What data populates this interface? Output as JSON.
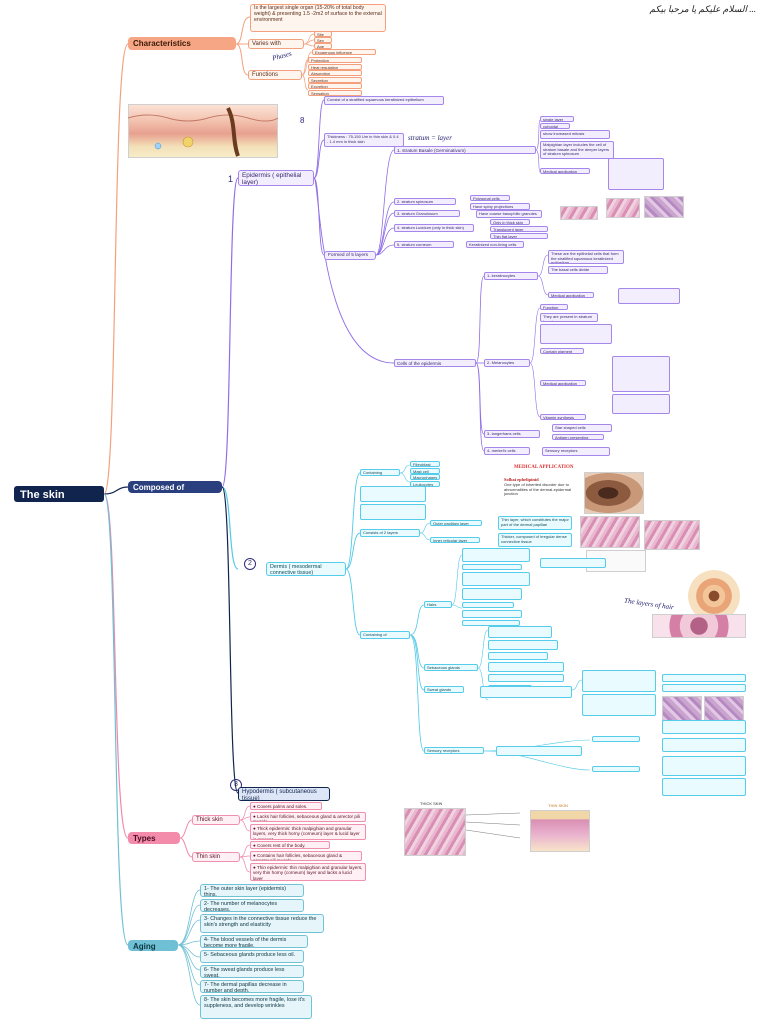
{
  "root": {
    "label": "The skin"
  },
  "arabic_note": "السلام عليكم يا مرحبا بيكم ...",
  "characteristics": {
    "label": "Characteristics",
    "largest_organ": "Is the largest single organ (15-20% of total body weight) & presenting 1.5 -2m2 of surface to the external environment",
    "varies_with": {
      "label": "Varies with",
      "items": [
        "Site",
        "Sex",
        "Age"
      ]
    },
    "functions": {
      "label": "Functions",
      "note": "Phases",
      "extra": "Exogenous influence",
      "items": [
        "Protection",
        "Heat regulation",
        "Absorption",
        "Secretion",
        "Excretion",
        "Sensation"
      ]
    }
  },
  "composed_of": {
    "label": "Composed of",
    "epidermis": {
      "number": "1",
      "label": "Epidermis ( epithelial layer)",
      "notes": [
        "Consist of a stratified squamous keratinized epithelium",
        "Thickness : 75-150 Um in thin skin & 0.4 - 1.4 mm in thick skin"
      ],
      "layers_label": "Formed of 5 layers",
      "layers_note": "stratum = layer",
      "layers": [
        {
          "name": "1. stratum Basale (Germinativum)",
          "details": [
            "single layer",
            "cuboidal",
            "show increased mitosis",
            "Malpighian layer includes the cell of stratum basale and the deeper layers of stratum spinosum",
            "Medical application"
          ]
        },
        {
          "name": "2. stratum spinosum",
          "details": [
            "Polygonal cells",
            "Have spiny projections"
          ]
        },
        {
          "name": "3. stratum Granulosum",
          "details": [
            "Have coarse basophilic granules"
          ]
        },
        {
          "name": "4. stratum Lucidum (only in thick skin)",
          "details": [
            "Only in thick skin",
            "Translucent layer",
            "Thin flat layer"
          ]
        },
        {
          "name": "5. stratum corneum",
          "details": [
            "Keratinized non-living cells"
          ]
        }
      ],
      "cells_label": "Cells of the epidermis",
      "cells": [
        {
          "name": "1- keratinocytes",
          "details": [
            "These are the epithelial cells that form the stratified squamous keratinized epithelium",
            "The basal cells divide",
            "Medical application"
          ]
        },
        {
          "name": "2- Melanocytes",
          "details": [
            "Function",
            "They are present in stratum basale",
            "Contain pigment",
            "Medical application",
            "Vitamin synthesis"
          ]
        },
        {
          "name": "3- langerhans cells",
          "details": [
            "Star shaped cells",
            "Antigen presenting"
          ]
        },
        {
          "name": "4- merkel's cells",
          "details": [
            "Sensory receptors"
          ]
        }
      ]
    },
    "dermis": {
      "number": "2",
      "label": "Dermis ( mesodermal connective tissue)",
      "contains_label": "Containing",
      "contains": [
        "Fibroblast",
        "Mast cell",
        "Macrophages",
        "Leukocytes"
      ],
      "consists_label": "Consists of 2 layers",
      "layers": [
        {
          "name": "Outer papillary layer",
          "desc": "Thin layer, which constitutes the major part of the dermal papillae"
        },
        {
          "name": "Inner reticular layer",
          "desc": "Thicker, composed of irregular dense connective tissue"
        }
      ],
      "containing_of_label": "Containing of",
      "appendages": [
        "Hairs",
        "Sebaceous glands",
        "Sweat glands",
        "Sensory receptors"
      ],
      "medical_title": "MEDICAL APPLICATION",
      "medical_subtitle": "Solbai ephelipinid",
      "medical_text": "One type of inherited disorder due to abnormalities of the dermal-epidermal junction",
      "hair_note": "The layers of hair"
    },
    "hypodermis": {
      "number": "3",
      "label": "Hypodermis ( subcutaneous tissue)"
    }
  },
  "types": {
    "label": "Types",
    "thick": {
      "label": "Thick skin",
      "items": [
        "● Covers palms and soles.",
        "● Lacks hair follicles, sebaceous gland & arrector pili muscle",
        "● Thick epidermis: thick malpighian and granular layers, very thick horny (corneum) layer & lucid layer is present"
      ]
    },
    "thin": {
      "label": "Thin skin",
      "items": [
        "● Covers rest of the body.",
        "● Contains hair follicles, sebaceous gland & arrector pili muscle",
        "● Thin epidermis: thin malpighian and granular layers, very thin horny (corneum) layer and lacks a lucid layer"
      ]
    },
    "pic_labels": [
      "THICK SKIN",
      "THIN SKIN"
    ]
  },
  "aging": {
    "label": "Aging",
    "items": [
      "1- The outer skin layer (epidermis) thins.",
      "2- The number of melanocytes decreases.",
      "3- Changes in the connective tissue reduce the skin's strength and elasticity",
      "4- The blood vessels of the dermis become more fragile.",
      "5- Sebaceous glands produce less oil.",
      "6- The sweat glands produce less sweat.",
      "7- The dermal papillas decrease in number and depth.",
      "8- The skin becomes more fragile, lose it's suppleness, and develop wrinkles"
    ]
  },
  "colors": {
    "root": "#10244e",
    "orange": "#f4a07c",
    "purple": "#8f6ee6",
    "cyan": "#4fc9e8",
    "navy": "#10244e",
    "pink": "#ef87a8",
    "teal": "#6fc0d4"
  }
}
